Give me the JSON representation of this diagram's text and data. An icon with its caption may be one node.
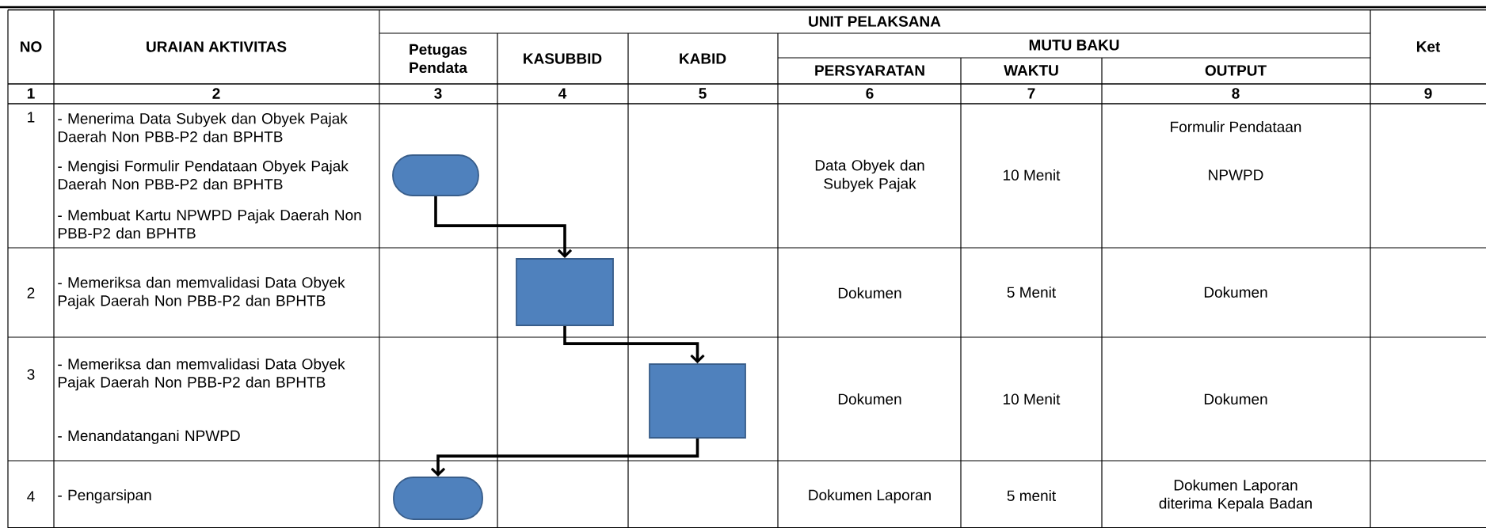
{
  "diagram": {
    "nodes": [
      {
        "text": [],
        "shape": "oval"
      },
      {
        "text": [],
        "shape": "box"
      },
      {
        "text": [],
        "shape": "box"
      },
      {
        "text": [],
        "shape": "oval"
      }
    ],
    "edges": [
      {
        "from": 0,
        "to": 1,
        "arrow": "to"
      },
      {
        "from": 1,
        "to": 2,
        "arrow": "to"
      },
      {
        "from": 2,
        "to": 3,
        "arrow": "to"
      }
    ],
    "labels": [
      "NO",
      "URAIAN AKTIVITAS",
      "UNIT PELAKSANA",
      "Petugas Pendata",
      "KASUBBID",
      "KABID",
      "MUTU BAKU",
      "Ket",
      "PERSYARATAN",
      "WAKTU",
      "OUTPUT",
      "1",
      "2",
      "3",
      "4",
      "5",
      "6",
      "7",
      "8",
      "9",
      "1",
      "- Menerima Data Subyek dan Obyek Pajak Daerah Non PBB-P2 dan BPHTB",
      "- Mengisi Formulir Pendataan Obyek Pajak Daerah Non PBB-P2 dan BPHTB",
      "- Membuat Kartu NPWPD Pajak Daerah Non PBB-P2 dan BPHTB",
      "Data Obyek dan Subyek Pajak",
      "10 Menit",
      "Formulir Pendataan",
      "NPWPD",
      "2",
      "- Memeriksa dan memvalidasi Data Obyek Pajak Daerah Non PBB-P2 dan BPHTB",
      "Dokumen",
      "5 Menit",
      "Dokumen",
      "3",
      "- Memeriksa dan memvalidasi Data Obyek Pajak Daerah Non PBB-P2 dan BPHTB",
      "- Menandatangani NPWPD",
      "Dokumen",
      "10 Menit",
      "Dokumen",
      "4",
      "- Pengarsipan",
      "Dokumen Laporan",
      "5 menit",
      "Dokumen Laporan diterima Kepala Badan"
    ]
  }
}
